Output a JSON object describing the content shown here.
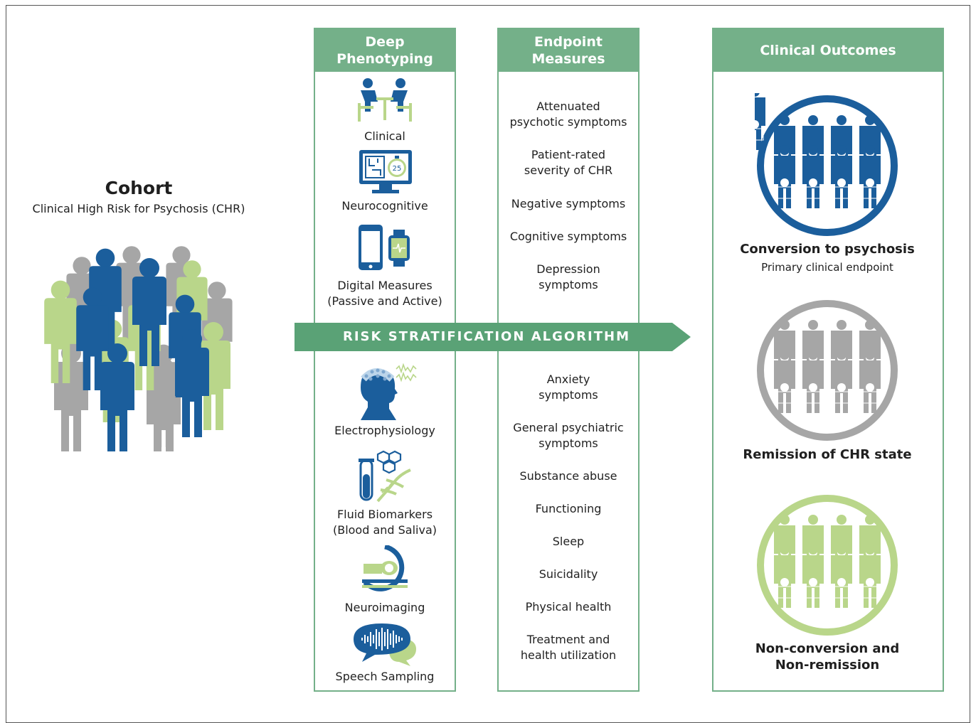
{
  "cohort": {
    "title": "Cohort",
    "subtitle": "Clinical High Risk for Psychosis (CHR)"
  },
  "colors": {
    "green_header": "#74b089",
    "arrow_green": "#5aa276",
    "blue": "#1b5e9c",
    "gray": "#a6a6a6",
    "light_green": "#b9d68a"
  },
  "deep_phenotyping": {
    "title": "Deep\nPhenotyping",
    "items": [
      {
        "label": "Clinical",
        "icon": "clinical-interview-icon"
      },
      {
        "label": "Neurocognitive",
        "icon": "neurocognitive-monitor-icon"
      },
      {
        "label": "Digital Measures\n(Passive and Active)",
        "icon": "smartphone-watch-icon"
      },
      {
        "label": "Electrophysiology",
        "icon": "eeg-head-icon"
      },
      {
        "label": "Fluid Biomarkers\n(Blood and Saliva)",
        "icon": "test-tube-dna-icon"
      },
      {
        "label": "Neuroimaging",
        "icon": "mri-scanner-icon"
      },
      {
        "label": "Speech Sampling",
        "icon": "speech-bubbles-waveform-icon"
      }
    ]
  },
  "endpoint_measures": {
    "title": "Endpoint\nMeasures",
    "items_top": [
      "Attenuated\npsychotic symptoms",
      "Patient-rated\nseverity of CHR",
      "Negative symptoms",
      "Cognitive symptoms",
      "Depression\nsymptoms"
    ],
    "items_bottom": [
      "Anxiety\nsymptoms",
      "General psychiatric\nsymptoms",
      "Substance abuse",
      "Functioning",
      "Sleep",
      "Suicidality",
      "Physical health",
      "Treatment and\nhealth utilization"
    ]
  },
  "arrow": {
    "label": "RISK STRATIFICATION ALGORITHM"
  },
  "clinical_outcomes": {
    "title": "Clinical Outcomes",
    "outcomes": [
      {
        "label": "Conversion to psychosis",
        "sublabel": "Primary clinical endpoint",
        "color": "#1b5e9c"
      },
      {
        "label": "Remission of CHR state",
        "sublabel": "",
        "color": "#a6a6a6"
      },
      {
        "label": "Non-conversion and\nNon-remission",
        "sublabel": "",
        "color": "#b9d68a"
      }
    ]
  }
}
